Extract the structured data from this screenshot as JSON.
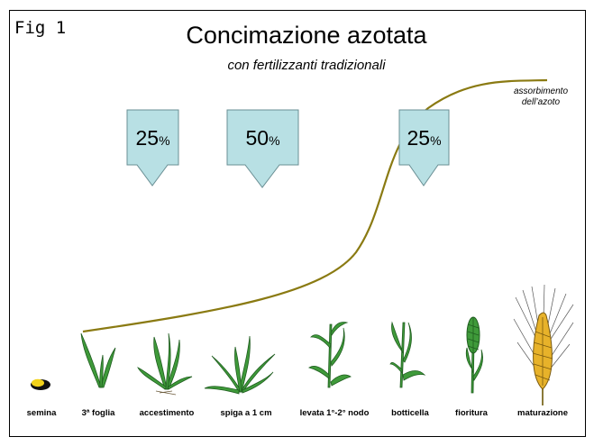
{
  "figure": {
    "fig_label": "Fig 1",
    "title": "Concimazione azotata",
    "subtitle": "con fertilizzanti tradizionali",
    "curve_label": [
      "assorbimento",
      "dell’azoto"
    ]
  },
  "doses": [
    {
      "value": "25",
      "unit": "%"
    },
    {
      "value": "50",
      "unit": "%"
    },
    {
      "value": "25",
      "unit": "%"
    }
  ],
  "stages": [
    {
      "label": "semina",
      "icon": "seed-icon"
    },
    {
      "label": "3ª foglia",
      "icon": "seedling-icon"
    },
    {
      "label": "accestimento",
      "icon": "tillering-plant-icon"
    },
    {
      "label": "spiga a 1 cm",
      "icon": "grass-tuft-icon"
    },
    {
      "label": "levata 1°-2° nodo",
      "icon": "stem-elongation-icon"
    },
    {
      "label": "botticella",
      "icon": "booting-plant-icon"
    },
    {
      "label": "fioritura",
      "icon": "flowering-ear-icon"
    },
    {
      "label": "maturazione",
      "icon": "ripe-ear-icon"
    }
  ],
  "colors": {
    "arrow_fill": "#b8e0e4",
    "arrow_stroke": "#6a8f94",
    "curve": "#8a7a12",
    "plant_green": "#3f9a3a",
    "plant_dark": "#1f5d1f",
    "seed": "#f2d21a",
    "ripe_ear": "#e7b22a"
  }
}
